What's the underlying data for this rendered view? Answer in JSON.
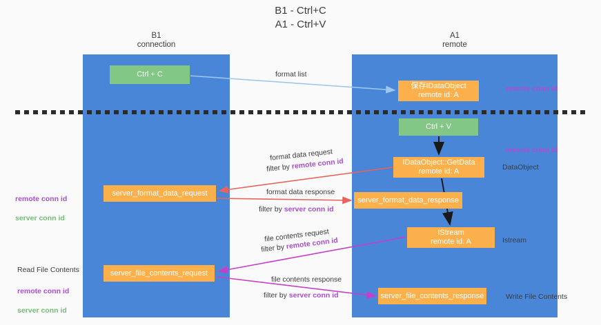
{
  "title": "B1 - Ctrl+C\nA1 - Ctrl+V",
  "lanes": [
    {
      "name": "b1",
      "heading": "B1\nconnection"
    },
    {
      "name": "a1",
      "heading": "A1\nremote"
    }
  ],
  "nodes": {
    "ctrl_c": {
      "line1": "Ctrl + C",
      "line2": "",
      "color": "#82c785"
    },
    "idataobject": {
      "line1": "保存IDataObject",
      "line2": "remote id: A",
      "color": "#fbb04c"
    },
    "ctrl_v": {
      "line1": "Ctrl + V",
      "line2": "",
      "color": "#82c785"
    },
    "getdata": {
      "line1": "IDataObject::GetData",
      "line2": "remote id: A",
      "color": "#fbb04c"
    },
    "fmt_request": {
      "line1": "server_format_data_request",
      "line2": "",
      "color": "#fbb04c"
    },
    "fmt_response": {
      "line1": "server_format_data_response",
      "line2": "",
      "color": "#fbb04c"
    },
    "istream": {
      "line1": "IStream",
      "line2": "remote id: A",
      "color": "#fbb04c"
    },
    "file_request": {
      "line1": "server_file_contents_request",
      "line2": "",
      "color": "#fbb04c"
    },
    "file_response": {
      "line1": "server_file_contents_response",
      "line2": "",
      "color": "#fbb04c"
    }
  },
  "edge_labels": {
    "format_list": "format list",
    "format_data_request": "format data request",
    "format_data_request_filter_prefix": "filter by ",
    "format_data_request_filter_key": "remote conn id",
    "format_data_response": "format data response",
    "format_data_response_filter_prefix": "filter by ",
    "format_data_response_filter_key": "server conn id",
    "file_contents_request": "file contents request",
    "file_contents_request_filter_prefix": "filter by ",
    "file_contents_request_filter_key": "remote conn id",
    "file_contents_response": "file contents response",
    "file_contents_response_filter_prefix": "filter by ",
    "file_contents_response_filter_key": "server conn id"
  },
  "annotations": {
    "remote_conn_id_top": "remote conn id",
    "remote_conn_id_mid": "remote conn id",
    "dataobject": "DataObject",
    "istream": "Istream",
    "write_file_contents": "Write File Contents",
    "read_file_contents": "Read File Contents",
    "left_remote_conn_id_mid": "remote conn id",
    "left_server_conn_id_mid": "server conn id",
    "left_remote_conn_id_bottom": "remote conn id",
    "left_server_conn_id_bottom": "server conn id"
  },
  "colors": {
    "lane": "#4a86d8",
    "node_orange": "#fbb04c",
    "node_green": "#82c785",
    "purple": "#a94fd0",
    "green_text": "#73bd76",
    "arrow_lightblue": "#9fc7ec",
    "arrow_red": "#e8645a",
    "arrow_magenta": "#c63fc9",
    "arrow_black": "#1a1a1a",
    "background": "#fafafa",
    "divider": "#2b2b2b"
  }
}
